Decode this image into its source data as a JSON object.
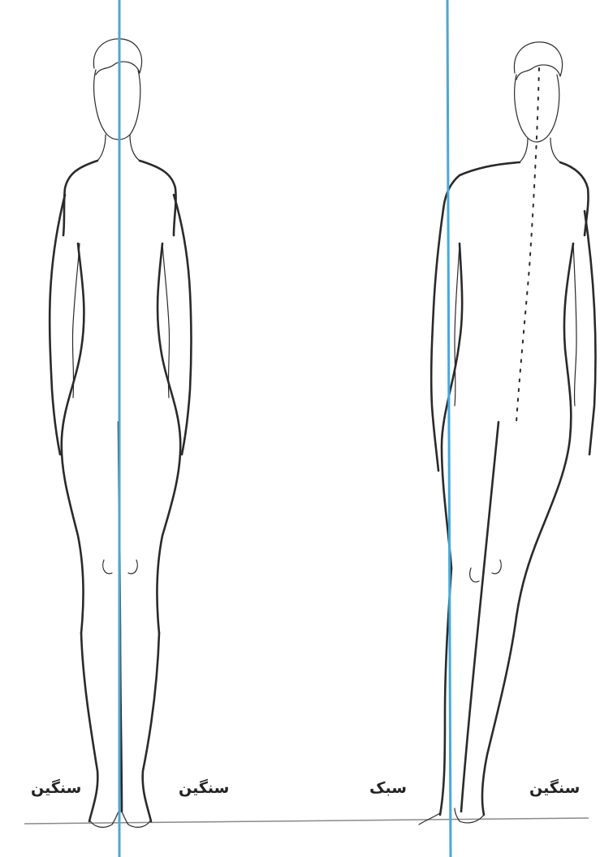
{
  "colors": {
    "axis_line": "#4aa8d8",
    "outline": "#2a2a2a",
    "ground": "#8a8a8a"
  },
  "labels": {
    "left_figure_left_foot": "سنگین",
    "left_figure_right_foot": "سنگین",
    "right_figure_left_foot": "سبک",
    "right_figure_right_foot": "سنگین"
  }
}
